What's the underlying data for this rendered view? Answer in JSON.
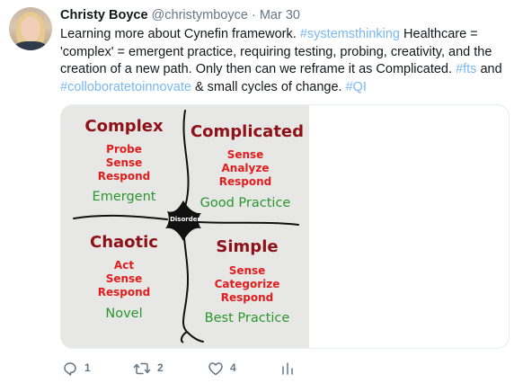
{
  "tweet": {
    "author_name": "Christy Boyce",
    "handle": "@christymboyce",
    "separator": "·",
    "date": "Mar 30",
    "text_segments": [
      {
        "text": "Learning more about Cynefin framework. ",
        "type": "text"
      },
      {
        "text": "#systemsthinking",
        "type": "hashtag"
      },
      {
        "text": " Healthcare = 'complex' = emergent practice, requiring testing, probing, creativity, and the creation of a new path. Only then can we reframe it as Complicated. ",
        "type": "text"
      },
      {
        "text": "#fts",
        "type": "hashtag"
      },
      {
        "text": " and ",
        "type": "text"
      },
      {
        "text": "#colloboratetoinnovate",
        "type": "hashtag"
      },
      {
        "text": " & small cycles of change. ",
        "type": "text"
      },
      {
        "text": "#QI",
        "type": "hashtag"
      }
    ]
  },
  "diagram": {
    "center_label": "Disorder",
    "quadrants": {
      "complex": {
        "title": "Complex",
        "steps": [
          "Probe",
          "Sense",
          "Respond"
        ],
        "practice": "Emergent"
      },
      "complicated": {
        "title": "Complicated",
        "steps": [
          "Sense",
          "Analyze",
          "Respond"
        ],
        "practice": "Good Practice"
      },
      "chaotic": {
        "title": "Chaotic",
        "steps": [
          "Act",
          "Sense",
          "Respond"
        ],
        "practice": "Novel"
      },
      "simple": {
        "title": "Simple",
        "steps": [
          "Sense",
          "Categorize",
          "Respond"
        ],
        "practice": "Best Practice"
      }
    }
  },
  "actions": {
    "reply_count": "1",
    "retweet_count": "2",
    "like_count": "4"
  },
  "colors": {
    "link": "#79b8f3",
    "meta": "#657786",
    "title_dark_red": "#8f1117",
    "step_red": "#e21d1d",
    "practice_green": "#2a962d",
    "diagram_bg": "#e7e7e5"
  },
  "icons": {
    "reply": "reply-icon",
    "retweet": "retweet-icon",
    "like": "heart-icon",
    "analytics": "analytics-icon"
  }
}
